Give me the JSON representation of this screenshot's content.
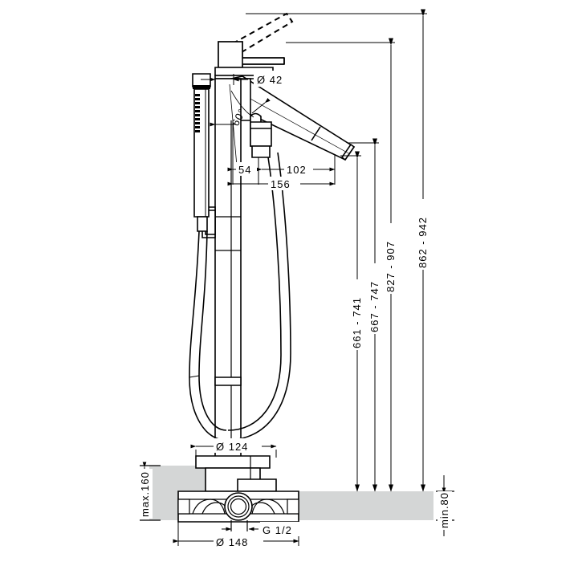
{
  "drawing": {
    "title": "Freestanding bath mixer technical dimension drawing",
    "units": "mm",
    "line_color": "#000000",
    "fill_color": "#ffffff",
    "surface_color": "#d4d6d6",
    "background": "#ffffff"
  },
  "dimensions": {
    "spout_outlet_diameter": "Ø 42",
    "angle": "60°",
    "handshower_to_column": "54",
    "column_to_spout_outlet": "102",
    "total_reach": "156",
    "spout_height_range": "661 - 741",
    "handshower_height_range": "667 - 747",
    "lever_height_range": "827 - 907",
    "lever_raised_height_range": "862 - 942",
    "base_cover_diameter": "Ø 124",
    "base_plate_diameter": "Ø 148",
    "connection_thread": "G 1/2",
    "rough_in_depth_max": "max.160",
    "floor_min": "min.80"
  },
  "labels": {
    "d42": "Ø 42",
    "deg60": "60°",
    "d54": "54",
    "d102": "102",
    "d156": "156",
    "v661": "661 - 741",
    "v667": "667 - 747",
    "v827": "827 - 907",
    "v862": "862 - 942",
    "d124": "Ø 124",
    "d148": "Ø 148",
    "g12": "G 1/2",
    "max160": "max.160",
    "min80": "min.80"
  }
}
